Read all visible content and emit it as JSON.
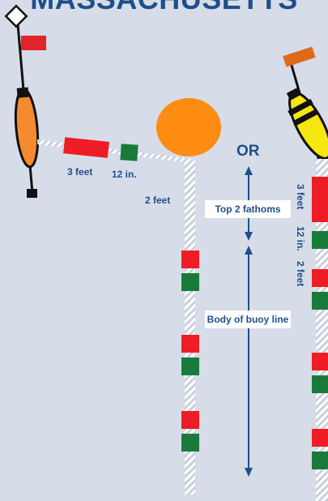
{
  "title": "MASSACHUSETTS",
  "labels": {
    "three_feet": "3 feet",
    "twelve_in": "12 in.",
    "two_feet": "2 feet",
    "or": "OR",
    "top_zone": "Top 2 fathoms",
    "body_zone": "Body of buoy line",
    "right_three_feet": "3 feet",
    "right_twelve_in": "12 in.",
    "right_two_feet": "2 feet"
  },
  "colors": {
    "background": "#d6dde9",
    "text": "#1f4f8a",
    "marker_red": "#ee1c25",
    "marker_green": "#1a7a3a",
    "buoy_orange": "#f58a2e",
    "buoy_yellow": "#f6e612",
    "big_float": "#ff8c12",
    "flag_red": "#e0242c",
    "flag_orange": "#e06a1a",
    "rope": "#f4f4f4"
  }
}
